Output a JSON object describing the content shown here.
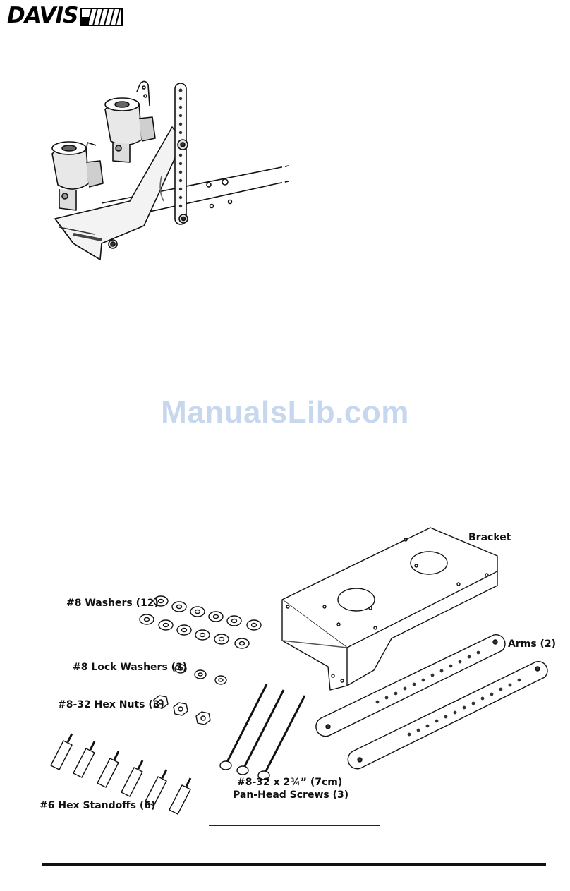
{
  "header": {
    "logo_text": "DAVIS"
  },
  "figure_parts": {
    "labels": {
      "bracket": "Bracket",
      "washers": "#8 Washers (12)",
      "lock_washers": "#8 Lock Washers (3)",
      "hex_nuts": "#8-32 Hex Nuts (3)",
      "arms": "Arms (2)",
      "screws_line1": "#8-32 x 2¾” (7cm)",
      "screws_line2": "Pan-Head Screws (3)",
      "standoffs": "#6 Hex Standoffs (6)"
    }
  },
  "watermark": {
    "text": "ManualsLib.com",
    "color": "#c7d8ee"
  }
}
